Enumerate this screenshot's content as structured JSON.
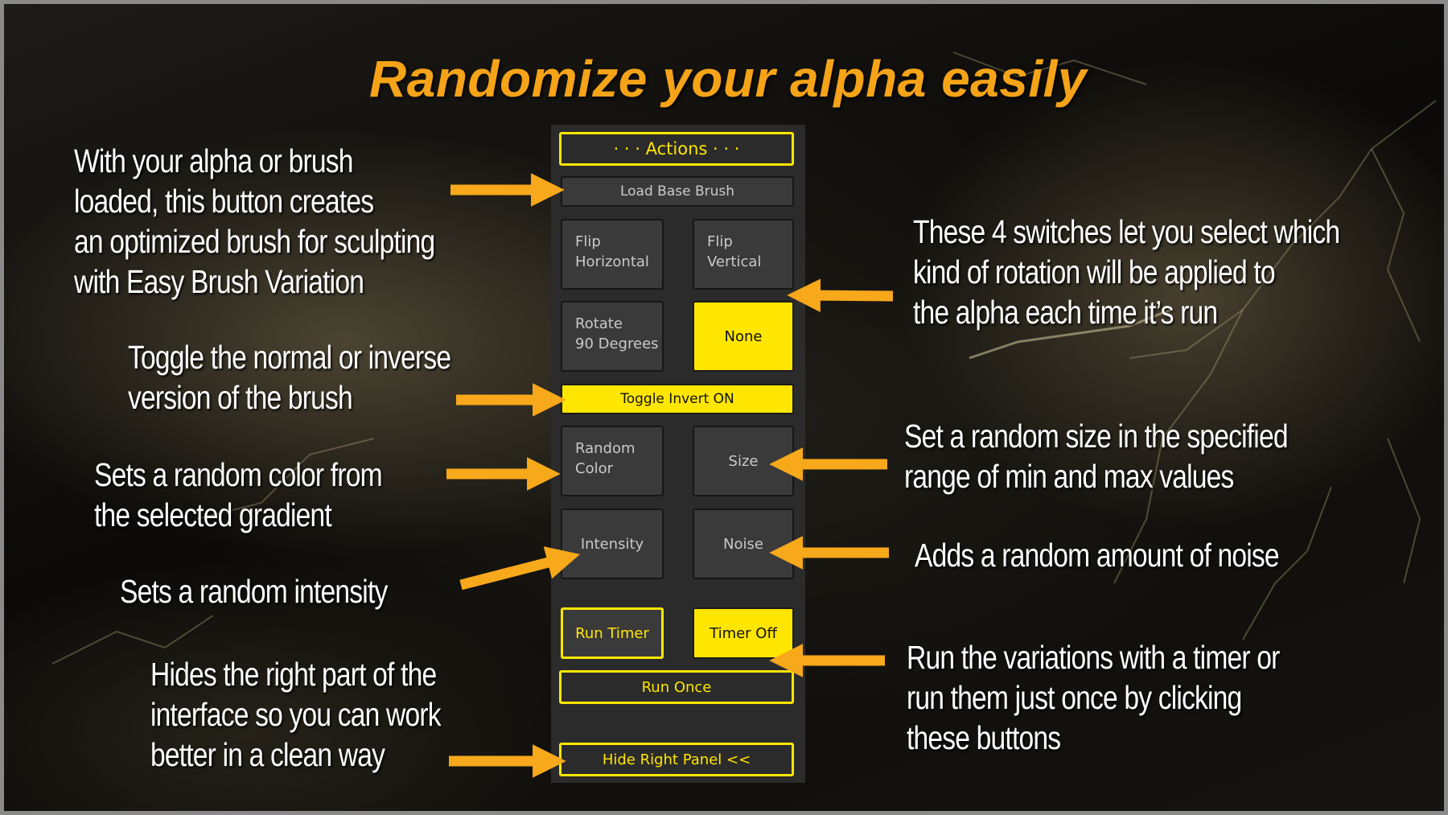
{
  "title": "Randomize your alpha easily",
  "panel": {
    "actions_label": "· · · Actions · · ·",
    "load_base_brush": "Load Base Brush",
    "flip_horizontal": [
      "Flip",
      "Horizontal"
    ],
    "flip_vertical": [
      "Flip",
      "Vertical"
    ],
    "rotate_90": [
      "Rotate",
      "90 Degrees"
    ],
    "none": "None",
    "toggle_invert": "Toggle Invert ON",
    "random_color": [
      "Random",
      "Color"
    ],
    "size": "Size",
    "intensity": "Intensity",
    "noise": "Noise",
    "run_timer": "Run Timer",
    "timer_off": "Timer Off",
    "run_once": "Run Once",
    "hide_right_panel": "Hide Right Panel <<"
  },
  "notes": {
    "load_brush": [
      "With your alpha or brush",
      "loaded, this button creates",
      "an optimized brush for sculpting",
      "with Easy Brush Variation"
    ],
    "toggle_invert": [
      "Toggle the normal or inverse",
      "version of the brush"
    ],
    "random_color": [
      "Sets a random color from",
      "the selected gradient"
    ],
    "intensity": [
      "Sets a random intensity"
    ],
    "hide_panel": [
      "Hides the right part of the",
      "interface so you can work",
      "better in a clean way"
    ],
    "switches": [
      "These 4 switches let you select which",
      "kind of rotation will be applied to",
      "the alpha each time it’s run"
    ],
    "size": [
      "Set a random size in the specified",
      "range of min and max values"
    ],
    "noise": [
      "Adds a random amount of noise"
    ],
    "timer": [
      "Run the variations with a timer or",
      "run them just once by clicking",
      "these buttons"
    ]
  },
  "colors": {
    "title": "#f5a318",
    "arrow": "#f7a81b",
    "button_yellow": "#ffe600",
    "panel_bg": "#2b2b2b",
    "button_grey": "#3a3a3a"
  }
}
